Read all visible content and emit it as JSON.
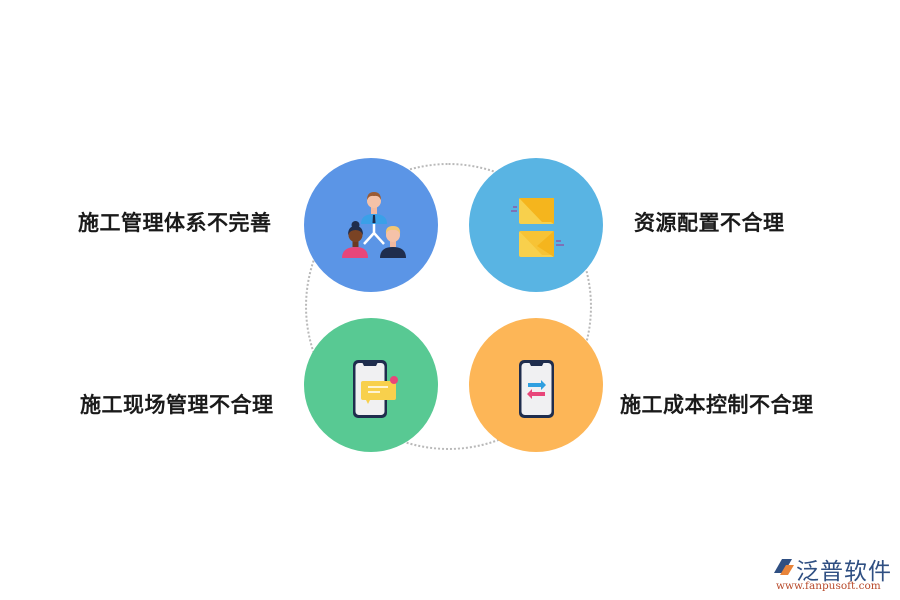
{
  "items": [
    {
      "label": "施工管理体系不完善",
      "icon": "team-hierarchy-icon",
      "color": "#5b95e6"
    },
    {
      "label": "资源配置不合理",
      "icon": "envelopes-icon",
      "color": "#59b4e3"
    },
    {
      "label": "施工现场管理不合理",
      "icon": "phone-message-icon",
      "color": "#58c993"
    },
    {
      "label": "施工成本控制不合理",
      "icon": "phone-transfer-icon",
      "color": "#fdb657"
    }
  ],
  "watermark": {
    "name": "泛普软件",
    "url": "www.fanpusoft.com"
  }
}
